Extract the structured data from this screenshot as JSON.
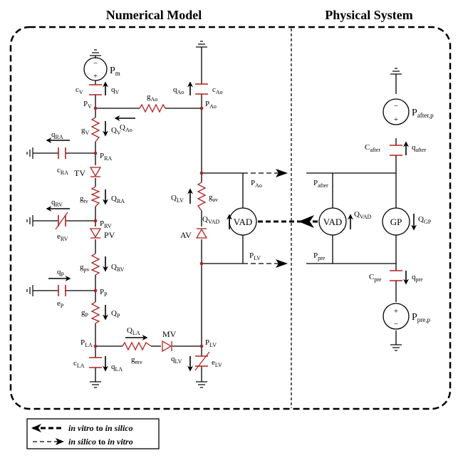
{
  "titles": {
    "numerical": "Numerical Model",
    "physical": "Physical System"
  },
  "sources": {
    "pm": {
      "base": "P",
      "sub": "m"
    },
    "p_after": {
      "base": "P",
      "sub": "after,p"
    },
    "p_pre": {
      "base": "P",
      "sub": "pre,p"
    },
    "plus": "+",
    "minus": "−"
  },
  "nodes": {
    "pv": {
      "base": "P",
      "sub": "V"
    },
    "pao": {
      "base": "P",
      "sub": "Ao"
    },
    "pra": {
      "base": "P",
      "sub": "RA"
    },
    "prv": {
      "base": "P",
      "sub": "RV"
    },
    "pp": {
      "base": "P",
      "sub": "P"
    },
    "pla": {
      "base": "P",
      "sub": "LA"
    },
    "plv": {
      "base": "P",
      "sub": "LV"
    },
    "pao_vad": {
      "base": "P",
      "sub": "Ao"
    },
    "plv_vad": {
      "base": "P",
      "sub": "LV"
    },
    "p_after": {
      "base": "P",
      "sub": "after"
    },
    "p_pre": {
      "base": "P",
      "sub": "pre"
    }
  },
  "caps": {
    "cv": {
      "base": "c",
      "sub": "V"
    },
    "cao": {
      "base": "c",
      "sub": "Ao"
    },
    "cra": {
      "base": "c",
      "sub": "RA"
    },
    "erv": {
      "base": "e",
      "sub": "RV"
    },
    "ep": {
      "base": "e",
      "sub": "P"
    },
    "cla": {
      "base": "c",
      "sub": "LA"
    },
    "elv": {
      "base": "e",
      "sub": "LV"
    },
    "c_after": {
      "base": "C",
      "sub": "after"
    },
    "c_pre": {
      "base": "C",
      "sub": "pre"
    }
  },
  "conductances": {
    "gao": {
      "base": "g",
      "sub": "Ao"
    },
    "gv": {
      "base": "g",
      "sub": "V"
    },
    "gtv": {
      "base": "g",
      "sub": "tv"
    },
    "gpv": {
      "base": "g",
      "sub": "pv"
    },
    "gp": {
      "base": "g",
      "sub": "P"
    },
    "gmv": {
      "base": "g",
      "sub": "mv"
    },
    "gav": {
      "base": "g",
      "sub": "av"
    }
  },
  "flows": {
    "qv_small": {
      "base": "q",
      "sub": "V"
    },
    "qao_small": {
      "base": "q",
      "sub": "Ao"
    },
    "qao": {
      "base": "Q",
      "sub": "Ao"
    },
    "qv": {
      "base": "Q",
      "sub": "V"
    },
    "qra_small": {
      "base": "q",
      "sub": "RA"
    },
    "qra": {
      "base": "Q",
      "sub": "RA"
    },
    "qrv_small": {
      "base": "q",
      "sub": "RV"
    },
    "qrv": {
      "base": "Q",
      "sub": "RV"
    },
    "qp_small": {
      "base": "q",
      "sub": "P"
    },
    "qp": {
      "base": "Q",
      "sub": "P"
    },
    "qla": {
      "base": "Q",
      "sub": "LA"
    },
    "qla_small": {
      "base": "q",
      "sub": "LA"
    },
    "qlv_small": {
      "base": "q",
      "sub": "LV"
    },
    "qlv": {
      "base": "Q",
      "sub": "LV"
    },
    "qvad_left": {
      "base": "Q",
      "sub": "VAD"
    },
    "qvad_right": {
      "base": "Q",
      "sub": "VAD"
    },
    "qgp": {
      "base": "Q",
      "sub": "GP"
    },
    "q_after": {
      "base": "q",
      "sub": "after"
    },
    "q_pre": {
      "base": "q",
      "sub": "pre"
    }
  },
  "valves": {
    "tv": "TV",
    "pv": "PV",
    "mv": "MV",
    "av": "AV"
  },
  "pumps": {
    "vad_left": "VAD",
    "vad_right": "VAD",
    "gp": "GP"
  },
  "legend": {
    "line1_a": "in vitro",
    "line1_b": " to ",
    "line1_c": "in silico",
    "line2_a": "in silico",
    "line2_b": " to ",
    "line2_c": "in vitro"
  },
  "colors": {
    "wire": "#000000",
    "component": "#b02020",
    "background": "#ffffff"
  }
}
